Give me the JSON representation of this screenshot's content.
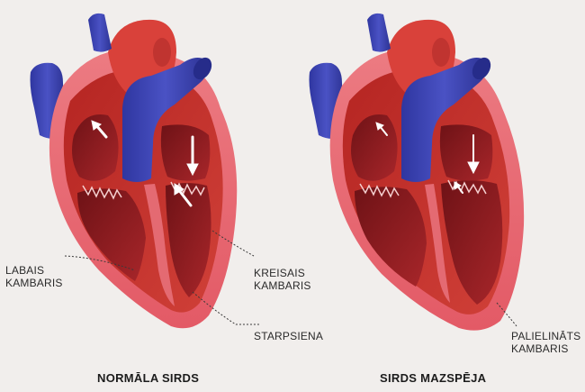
{
  "diagrams": [
    {
      "caption": "NORMĀLA SIRDS",
      "labels": {
        "right_ventricle": "LABAIS\nKAMBARIS",
        "left_ventricle": "KREISAIS\nKAMBARIS",
        "septum": "STARPSIENA"
      }
    },
    {
      "caption": "SIRDS MAZSPĒJA",
      "labels": {
        "enlarged_ventricle": "PALIELINĀTS\nKAMBARIS"
      }
    }
  ],
  "colors": {
    "background": "#f1eeec",
    "heart_wall": "#e8606a",
    "myocardium": "#c8312f",
    "chamber": "#8e1a1e",
    "vein": "#3f46b0",
    "aorta": "#d9413a",
    "arrow": "#ffffff"
  }
}
